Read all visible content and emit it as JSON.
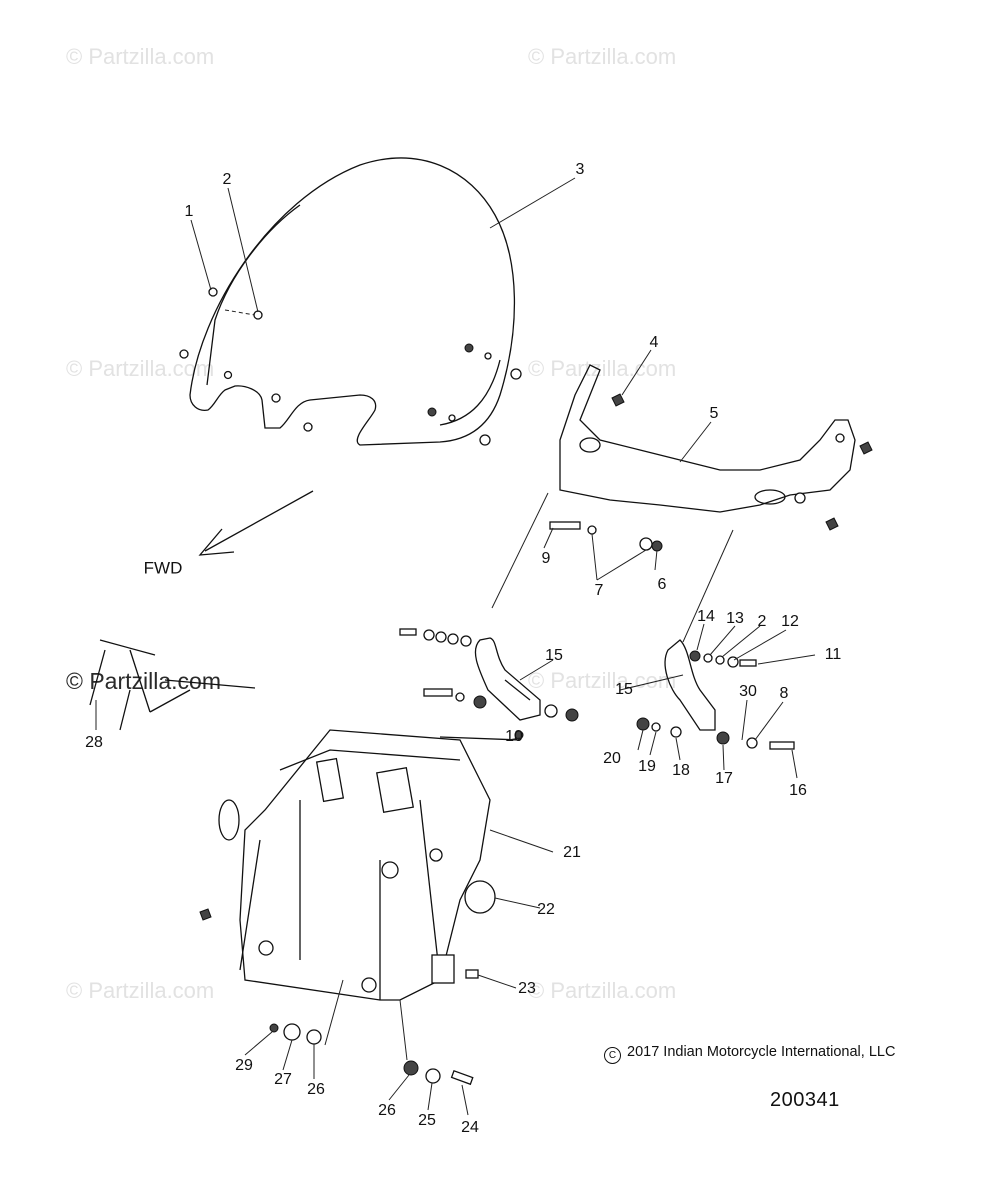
{
  "watermark": "© Partzilla.com",
  "direction_label": "FWD",
  "copyright": "2017 Indian Motorcycle International, LLC",
  "copyright_symbol": "C",
  "diagram_number": "200341",
  "callouts": [
    "1",
    "2",
    "3",
    "4",
    "5",
    "6",
    "7",
    "8",
    "9",
    "10",
    "11",
    "12",
    "13",
    "14",
    "15",
    "15",
    "16",
    "17",
    "18",
    "19",
    "20",
    "21",
    "22",
    "23",
    "24",
    "25",
    "26",
    "26",
    "27",
    "28",
    "29",
    "30",
    "2"
  ]
}
